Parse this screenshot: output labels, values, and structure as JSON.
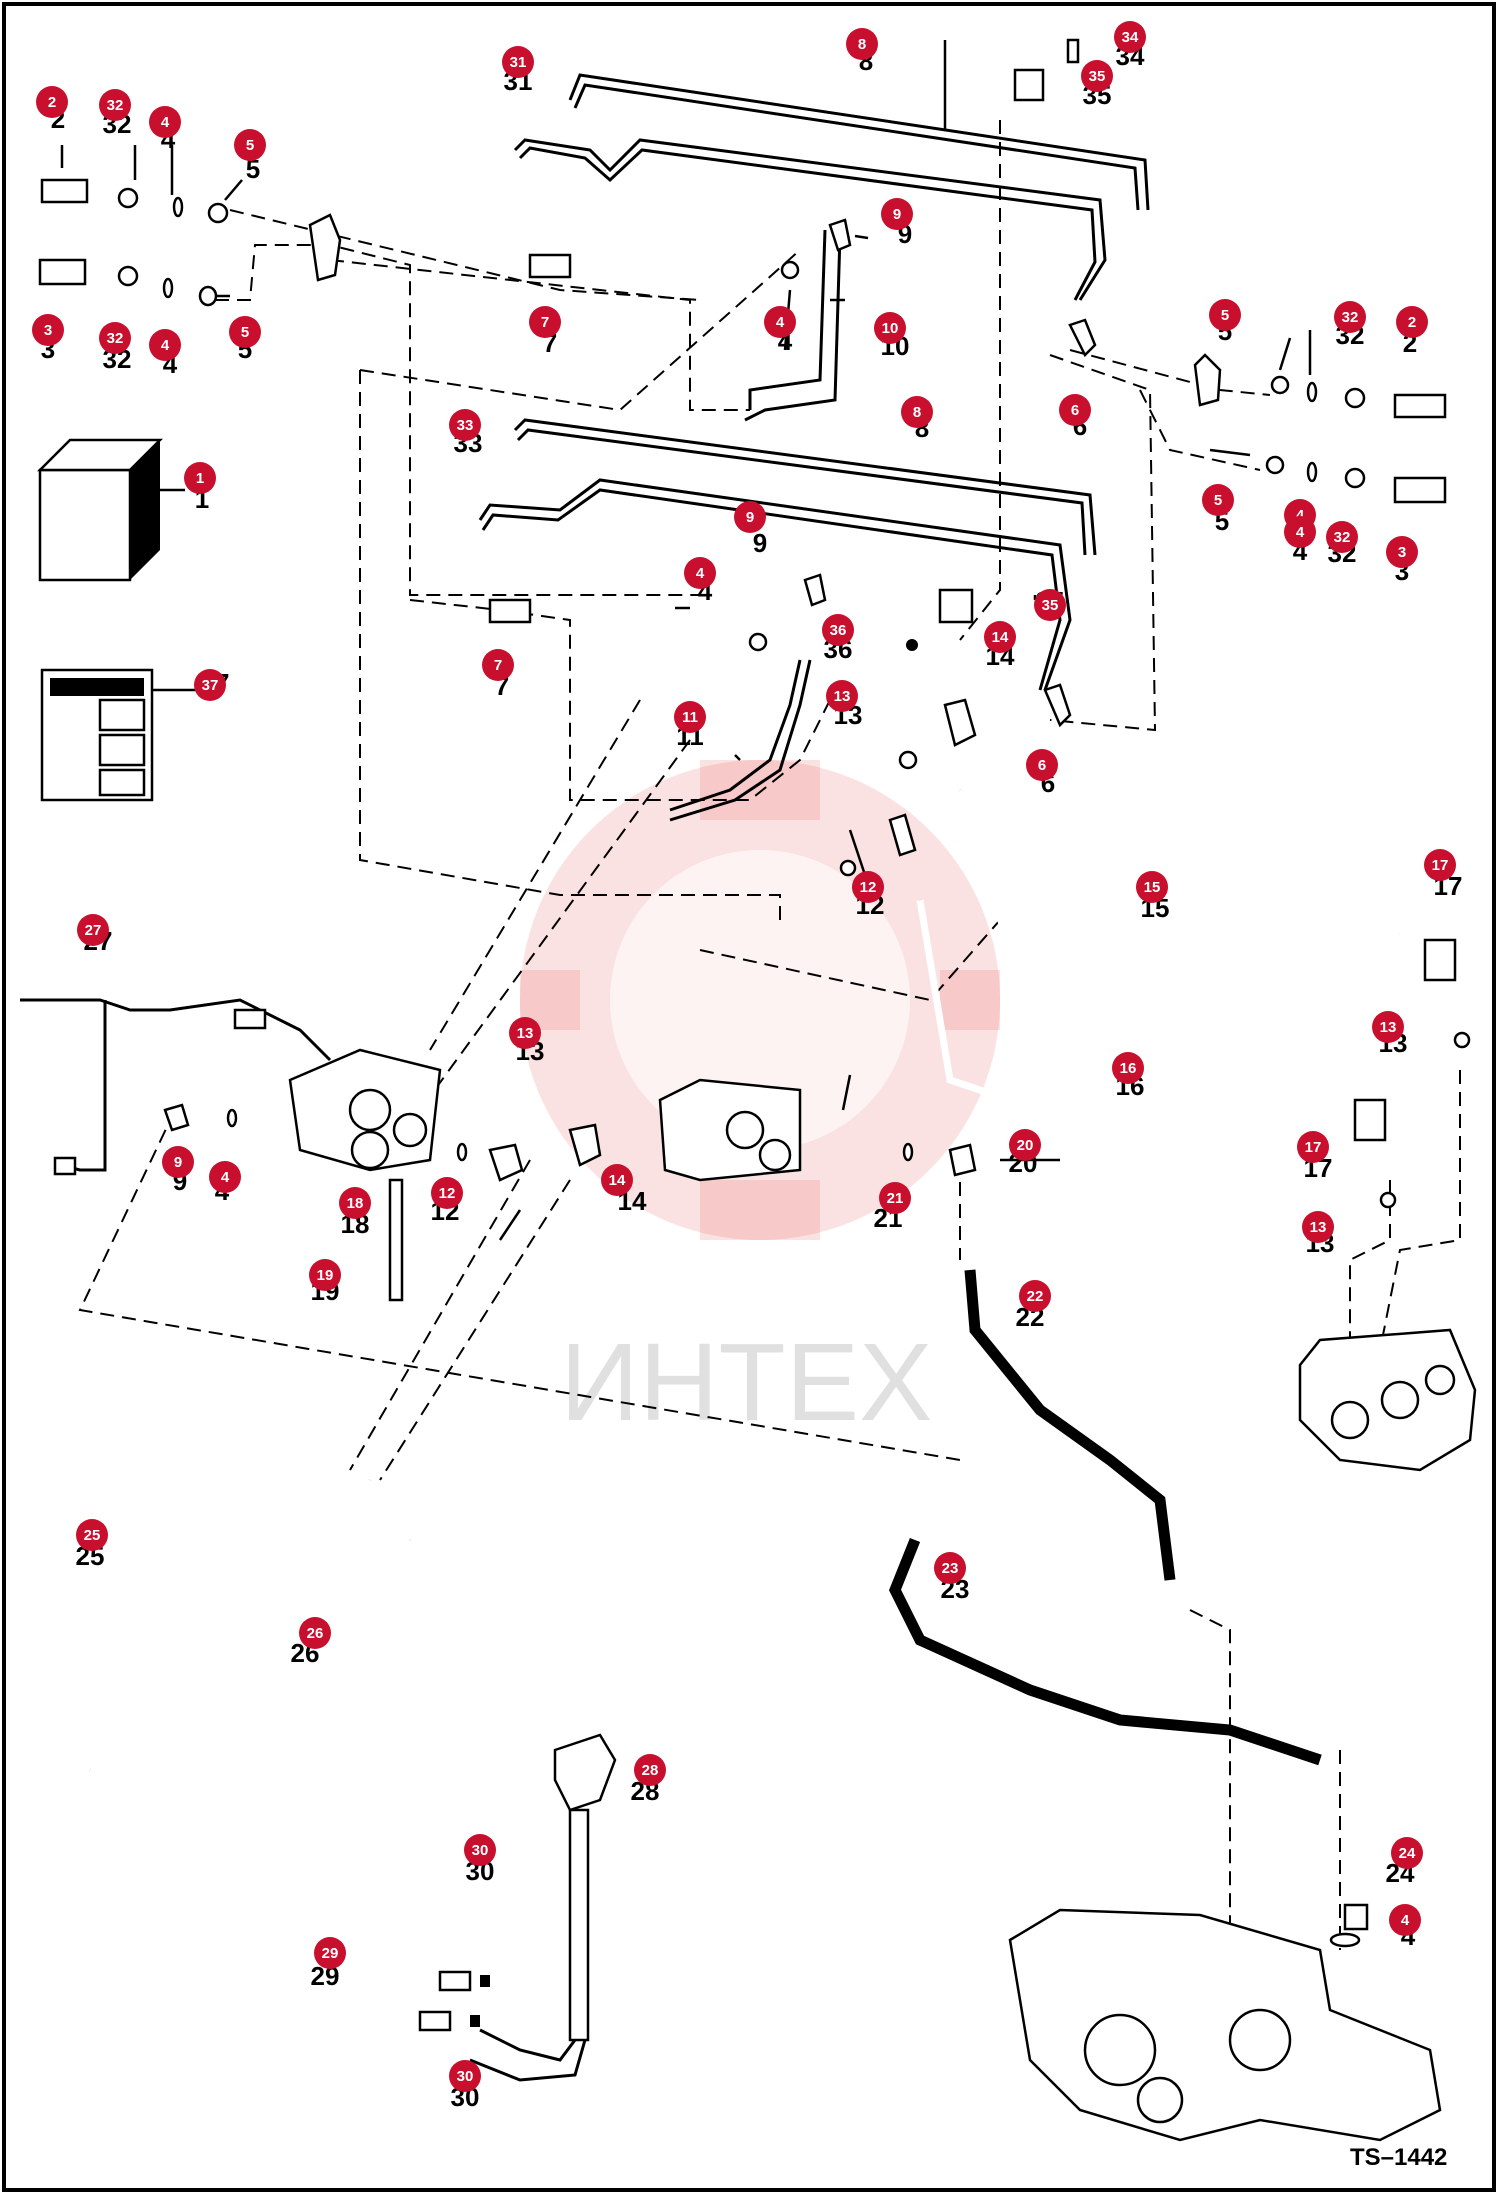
{
  "diagram": {
    "drawing_code": "TS–1442",
    "watermark_text": "ИНТЕХ",
    "callouts": [
      {
        "n": "1"
      },
      {
        "n": "2"
      },
      {
        "n": "3"
      },
      {
        "n": "4"
      },
      {
        "n": "5"
      },
      {
        "n": "6"
      },
      {
        "n": "7"
      },
      {
        "n": "8"
      },
      {
        "n": "9"
      },
      {
        "n": "10"
      },
      {
        "n": "11"
      },
      {
        "n": "12"
      },
      {
        "n": "13"
      },
      {
        "n": "14"
      },
      {
        "n": "15"
      },
      {
        "n": "16"
      },
      {
        "n": "17"
      },
      {
        "n": "18"
      },
      {
        "n": "19"
      },
      {
        "n": "20"
      },
      {
        "n": "21"
      },
      {
        "n": "22"
      },
      {
        "n": "23"
      },
      {
        "n": "24"
      },
      {
        "n": "25"
      },
      {
        "n": "26"
      },
      {
        "n": "27"
      },
      {
        "n": "28"
      },
      {
        "n": "29"
      },
      {
        "n": "30"
      },
      {
        "n": "31"
      },
      {
        "n": "32"
      },
      {
        "n": "33"
      },
      {
        "n": "34"
      },
      {
        "n": "35"
      },
      {
        "n": "36"
      },
      {
        "n": "37"
      }
    ]
  }
}
